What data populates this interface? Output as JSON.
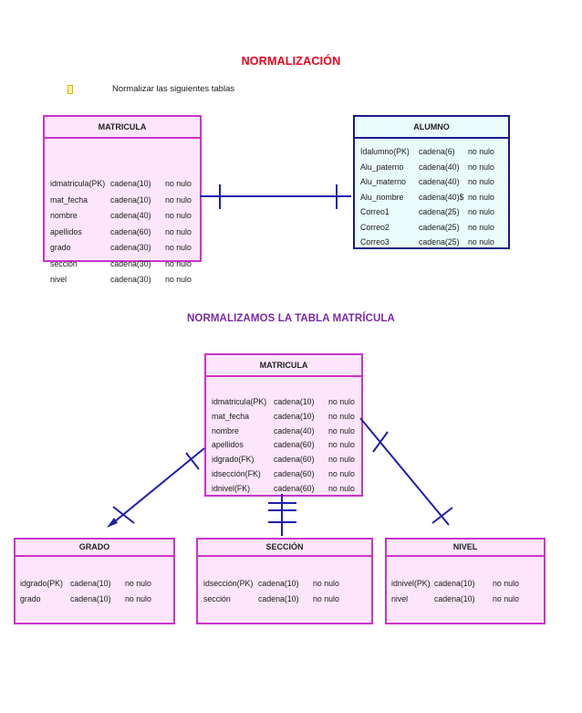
{
  "title": "NORMALIZACIÓN",
  "intro": "Normalizar las siguientes tablas",
  "subtitle": "NORMALIZAMOS LA TABLA MATRÍCULA",
  "colors": {
    "title": "#e8001c",
    "subtitle": "#7a2aa8",
    "entity_border": "#cc33cc",
    "entity_fill": "#fde6fb",
    "alumno_border": "#1a1a8a",
    "alumno_fill": "#e9fbfb",
    "relationship_line": "#1f1fb0"
  },
  "icons": {
    "bullet": "square-bullet-icon"
  },
  "matricula_original": {
    "name": "MATRICULA",
    "rows": [
      [
        "idmatricula(PK)",
        "cadena(10)",
        "no nulo"
      ],
      [
        "mat_fecha",
        "cadena(10)",
        "no nulo"
      ],
      [
        "nombre",
        "cadena(40)",
        "no nulo"
      ],
      [
        "apellidos",
        "cadena(60)",
        "no nulo"
      ],
      [
        "grado",
        "cadena(30)",
        "no nulo"
      ],
      [
        "sección",
        "cadena(30)",
        "no nulo"
      ],
      [
        "nivel",
        "cadena(30)",
        "no nulo"
      ]
    ]
  },
  "alumno": {
    "name": "ALUMNO",
    "rows": [
      [
        "Idalumno(PK)",
        "cadena(6)",
        "no nulo"
      ],
      [
        "Alu_paterno",
        "cadena(40)",
        "no nulo"
      ],
      [
        "Alu_materno",
        "cadena(40)",
        "no nulo"
      ],
      [
        "Alu_nombre",
        "cadena(40)$",
        "no nulo"
      ],
      [
        "Correo1",
        "cadena(25)",
        "no nulo"
      ],
      [
        "Correo2",
        "cadena(25)",
        "no nulo"
      ],
      [
        "Correo3",
        "cadena(25)",
        "no nulo"
      ]
    ]
  },
  "matricula_normalized": {
    "name": "MATRICULA",
    "rows": [
      [
        "idmatricula(PK)",
        "cadena(10)",
        "no nulo"
      ],
      [
        "mat_fecha",
        "cadena(10)",
        "no nulo"
      ],
      [
        "nombre",
        "cadena(40)",
        "no nulo"
      ],
      [
        "apellidos",
        "cadena(60)",
        "no nulo"
      ],
      [
        "idgrado(FK)",
        "cadena(60)",
        "no nulo"
      ],
      [
        "idsección(FK)",
        "cadena(60)",
        "no nulo"
      ],
      [
        "idnivel(FK)",
        "cadena(60)",
        "no nulo"
      ]
    ]
  },
  "grado": {
    "name": "GRADO",
    "rows": [
      [
        "idgrado(PK)",
        "cadena(10)",
        "no nulo"
      ],
      [
        "grado",
        "cadena(10)",
        "no nulo"
      ]
    ]
  },
  "seccion": {
    "name": "SECCIÓN",
    "rows": [
      [
        "idsección(PK)",
        "cadena(10)",
        "no nulo"
      ],
      [
        "sección",
        "cadena(10)",
        "no nulo"
      ]
    ]
  },
  "nivel": {
    "name": "NIVEL",
    "rows": [
      [
        "idnivel(PK)",
        "cadena(10)",
        "no nulo"
      ],
      [
        "nivel",
        "cadena(10)",
        "no nulo"
      ]
    ]
  }
}
